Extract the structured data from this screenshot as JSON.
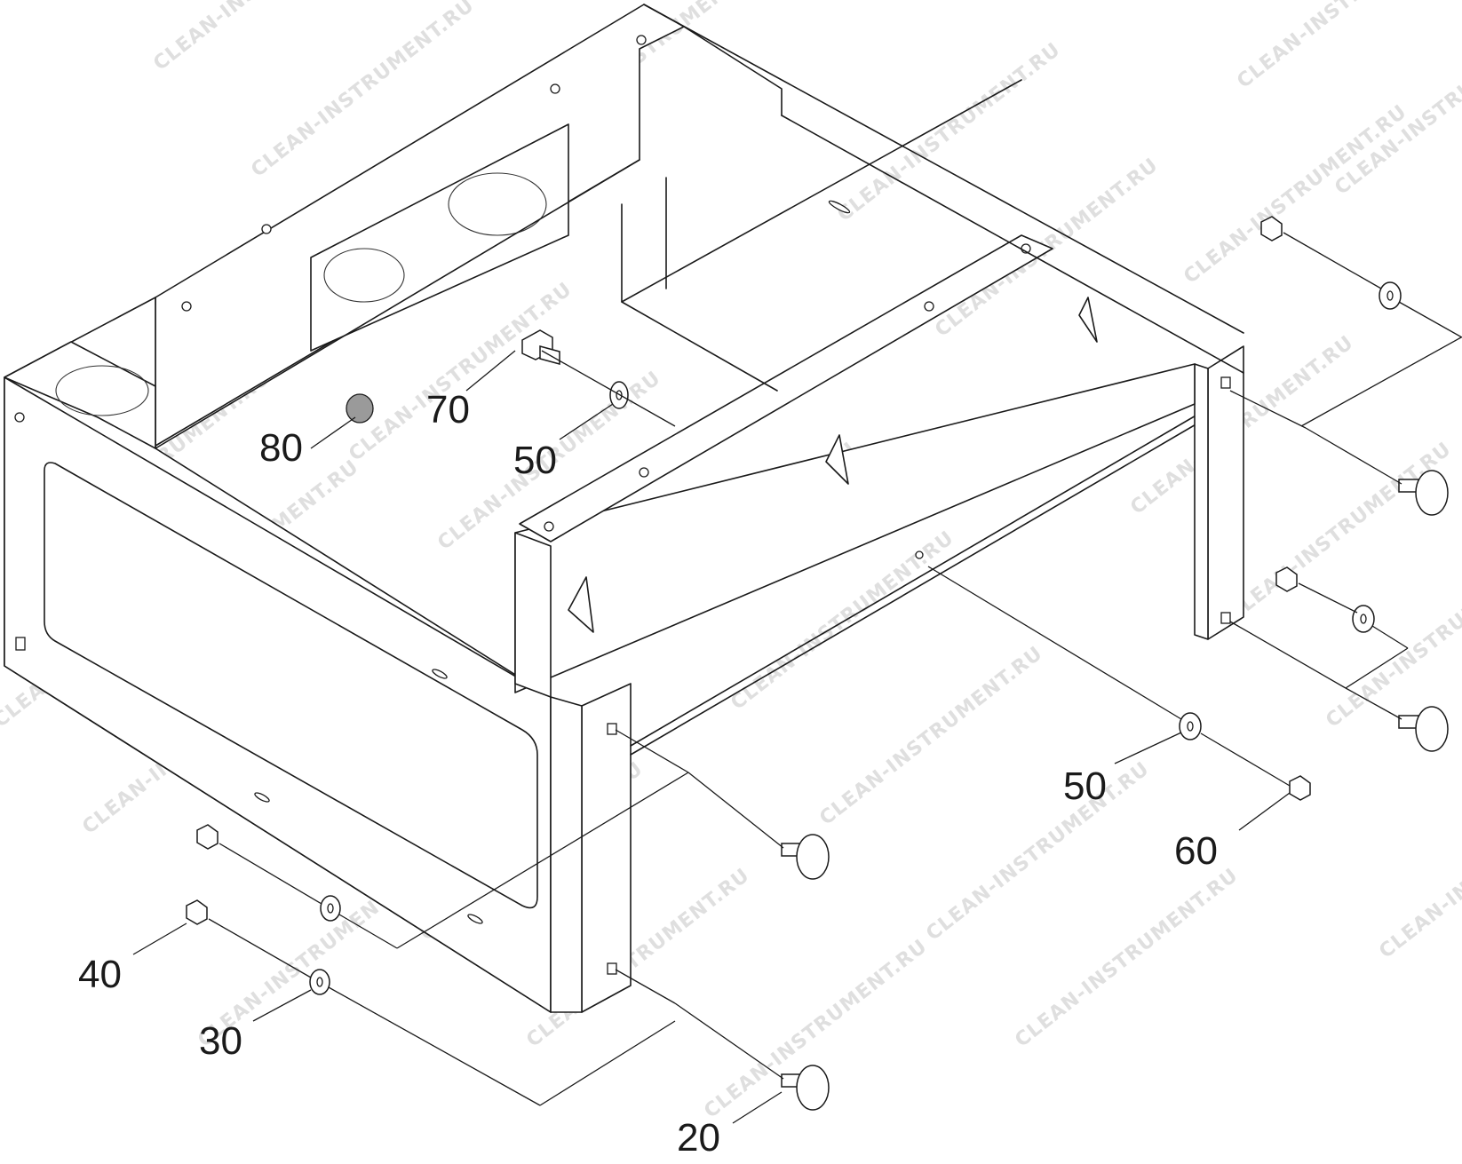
{
  "watermark": {
    "text": "CLEAN-INSTRUMENT.RU",
    "color": "#d4d4d4"
  },
  "callouts": [
    {
      "id": "label-80",
      "text": "80"
    },
    {
      "id": "label-70",
      "text": "70"
    },
    {
      "id": "label-50-top",
      "text": "50"
    },
    {
      "id": "label-50-right",
      "text": "50"
    },
    {
      "id": "label-60",
      "text": "60"
    },
    {
      "id": "label-40",
      "text": "40"
    },
    {
      "id": "label-30",
      "text": "30"
    },
    {
      "id": "label-20",
      "text": "20"
    }
  ],
  "colors": {
    "line": "#1a1a1a",
    "background": "#ffffff",
    "plug_fill": "#9a9a9a"
  }
}
